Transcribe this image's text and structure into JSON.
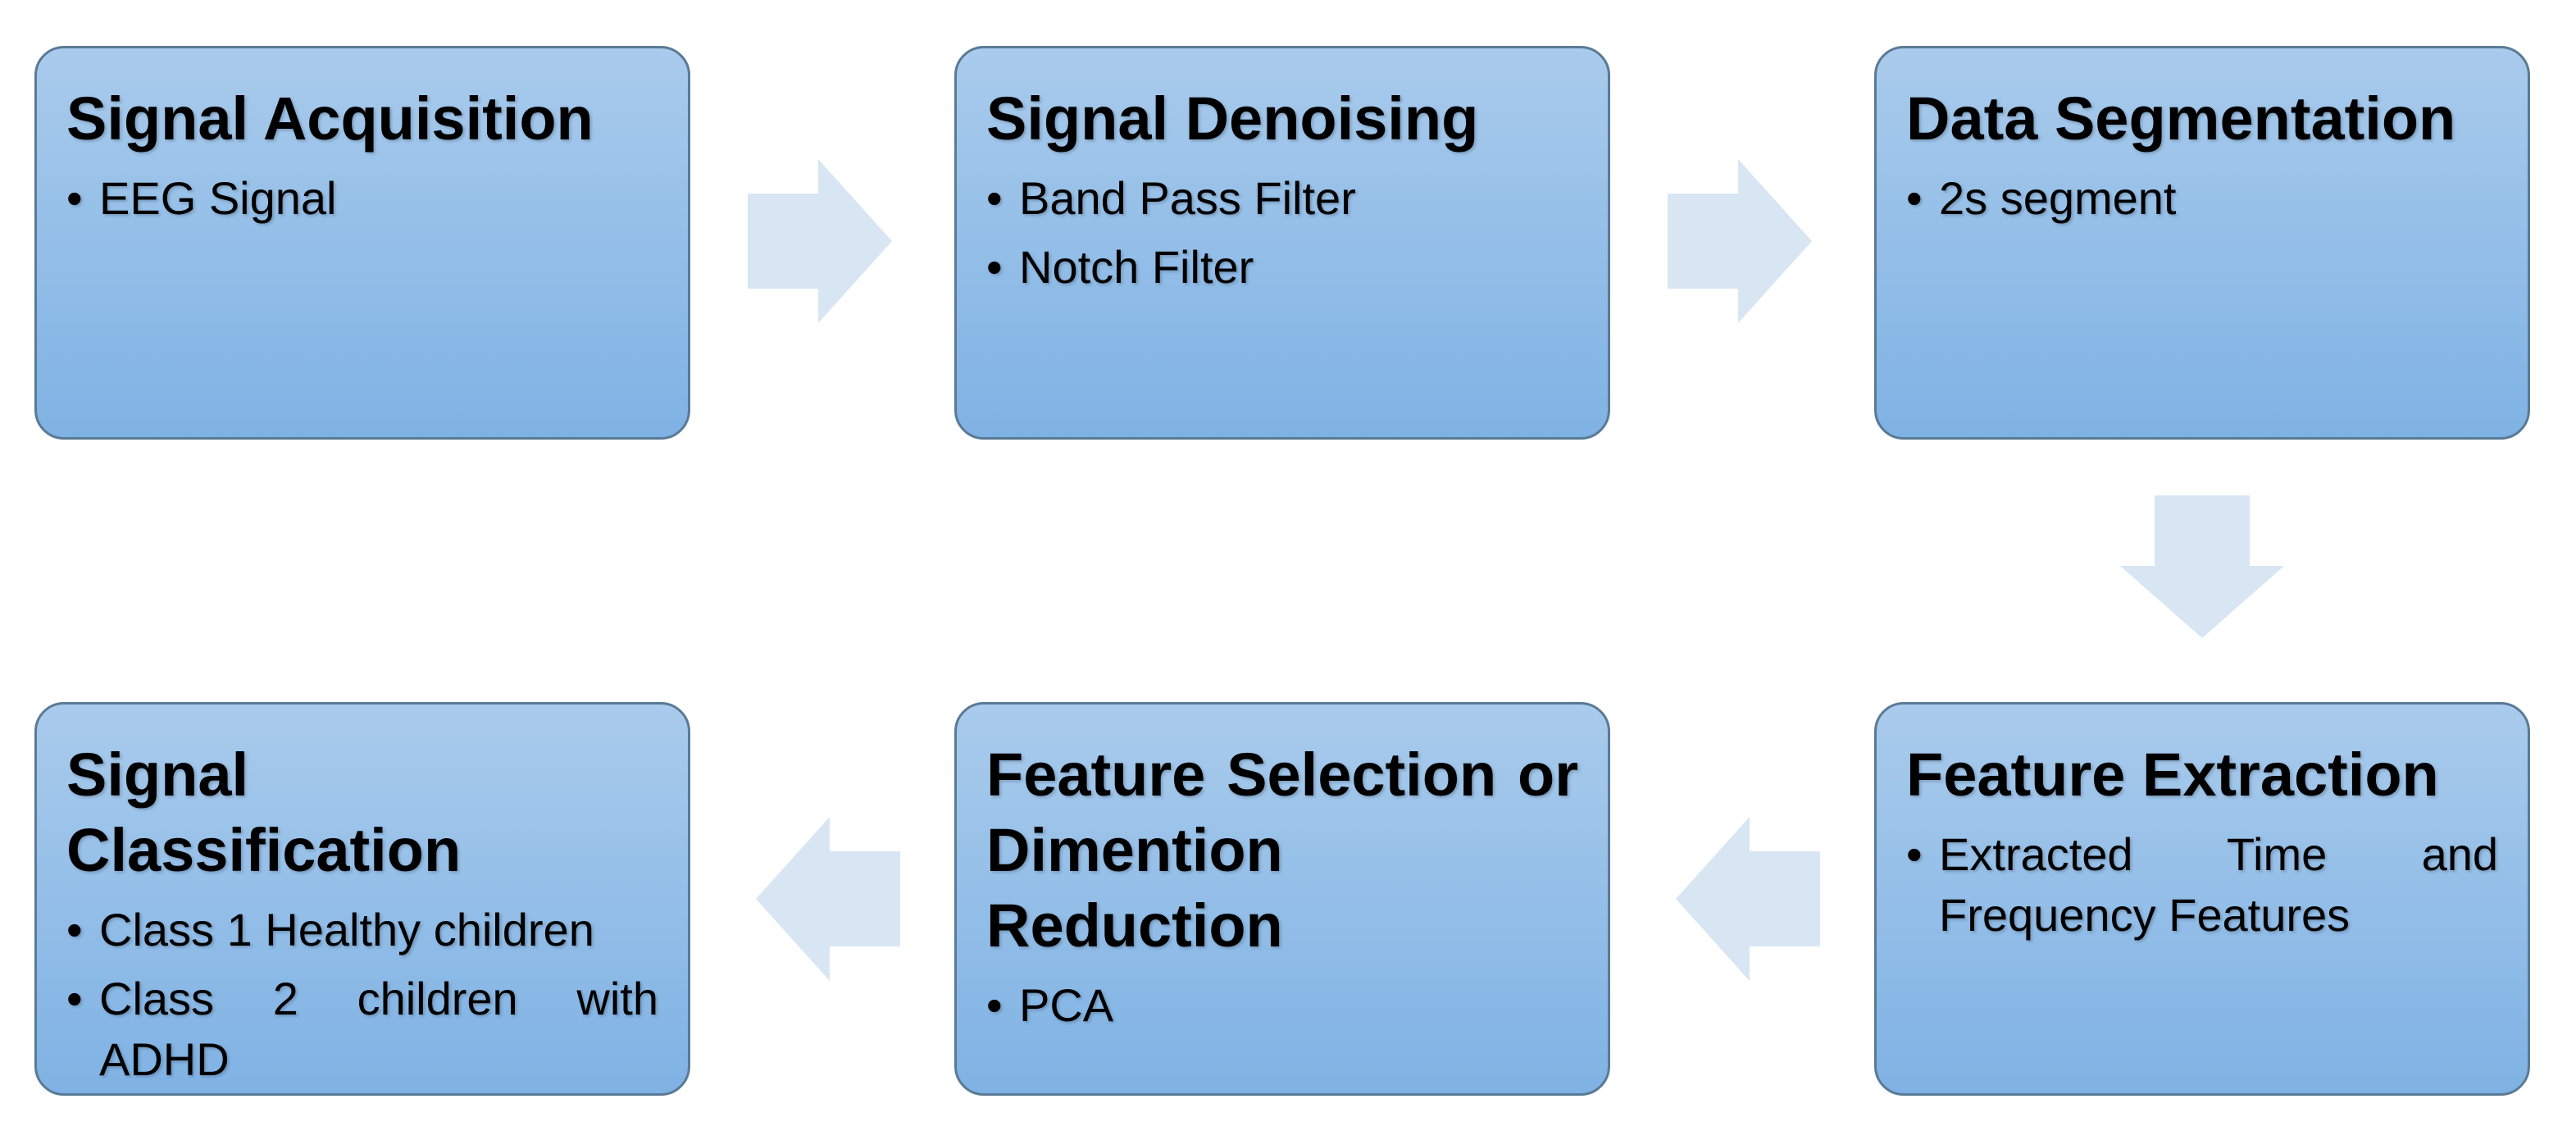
{
  "colors": {
    "box_fill_top": "#a9cbec",
    "box_fill_bottom": "#7fb2e4",
    "box_border": "#5a7a95",
    "arrow_fill": "#d8e6f3",
    "text": "#000000"
  },
  "steps": [
    {
      "title": "Signal Acquisition",
      "items": [
        "EEG Signal"
      ]
    },
    {
      "title": "Signal Denoising",
      "items": [
        "Band Pass Filter",
        "Notch Filter"
      ]
    },
    {
      "title": "Data Segmentation",
      "items": [
        "2s segment"
      ]
    },
    {
      "title": "Feature Extraction",
      "items": [
        "Extracted Time and Frequency Features"
      ]
    },
    {
      "title": "Feature Selection or Dimention Reduction",
      "items": [
        "PCA"
      ]
    },
    {
      "title": "Signal Classification",
      "items": [
        "Class 1 Healthy children",
        "Class 2 children with ADHD"
      ]
    }
  ],
  "bullet_glyph": "•",
  "arrows": [
    {
      "from": 1,
      "to": 2,
      "direction": "right"
    },
    {
      "from": 2,
      "to": 3,
      "direction": "right"
    },
    {
      "from": 3,
      "to": 4,
      "direction": "down"
    },
    {
      "from": 4,
      "to": 5,
      "direction": "left"
    },
    {
      "from": 5,
      "to": 6,
      "direction": "left"
    }
  ]
}
